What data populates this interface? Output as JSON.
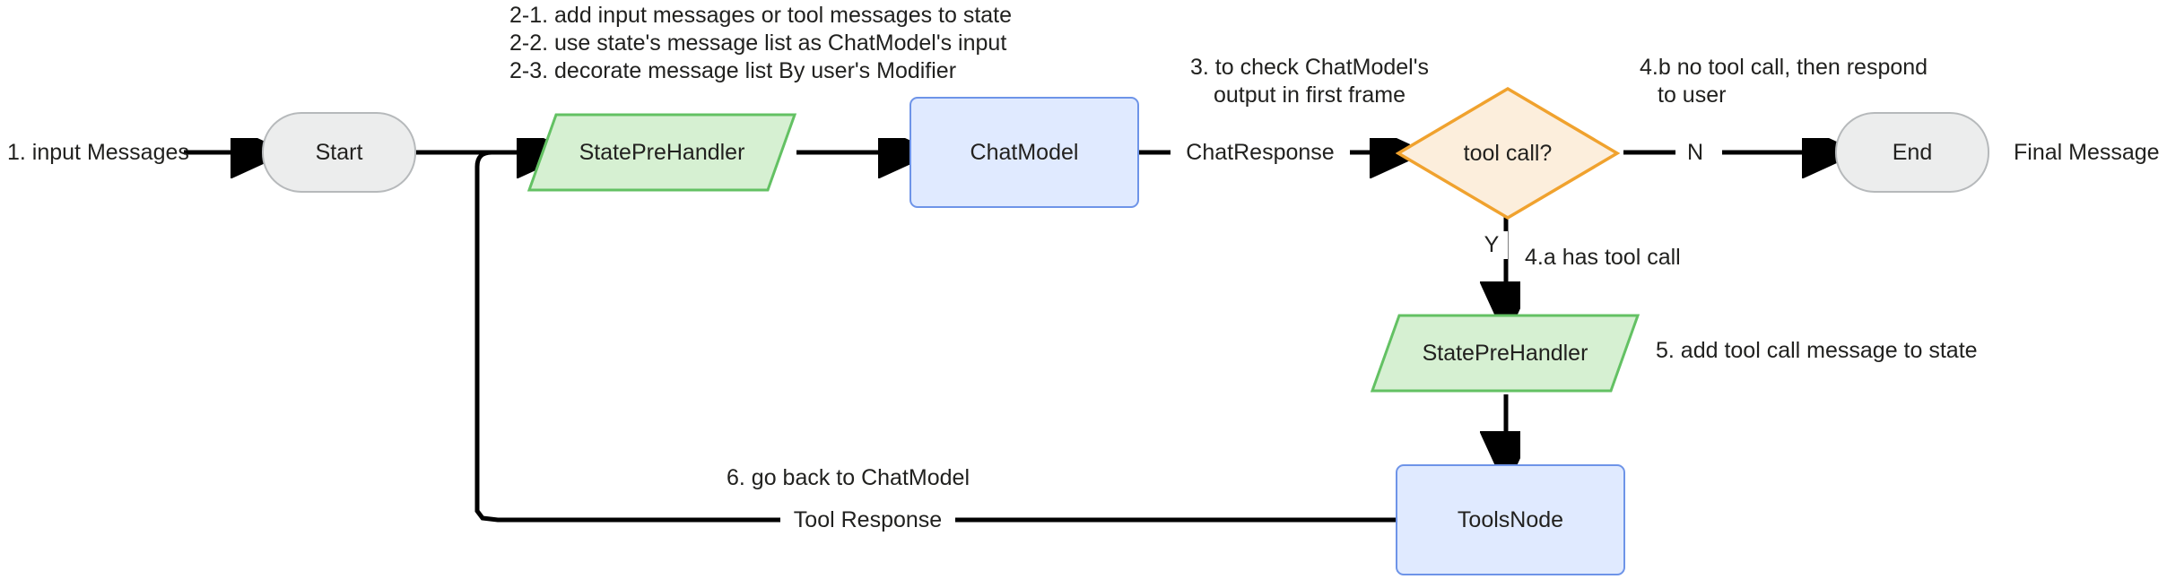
{
  "diagram": {
    "title_present": false,
    "colors": {
      "terminator_fill": "#eceded",
      "terminator_stroke": "#b6b9bb",
      "process_fill": "#e0eaff",
      "process_stroke": "#6e94e8",
      "data_fill": "#d6f0d2",
      "data_stroke": "#63c163",
      "decision_fill": "#fceedc",
      "decision_stroke": "#f0a22e",
      "edge": "#000000",
      "text": "#21211f"
    },
    "nodes": {
      "start": "Start",
      "state_pre_handler_top": "StatePreHandler",
      "chat_model": "ChatModel",
      "tool_call_decision": "tool call?",
      "end": "End",
      "state_pre_handler_bottom": "StatePreHandler",
      "tools_node": "ToolsNode"
    },
    "edge_labels": {
      "input_messages": "1. input Messages",
      "chat_response": "ChatResponse",
      "branch_no": "N",
      "branch_yes": "Y",
      "final_message": "Final Message",
      "tool_response": "Tool Response"
    },
    "annotations": {
      "step2": [
        "2-1. add input messages or tool messages to state",
        "2-2. use state's message list as ChatModel's input",
        "2-3. decorate message list By user's Modifier"
      ],
      "step3": [
        "3. to check ChatModel's",
        "output in first frame"
      ],
      "step4b": [
        "4.b no tool call, then respond",
        "to user"
      ],
      "step4a": "4.a has tool call",
      "step5": "5. add tool call message to state",
      "step6": "6. go back to ChatModel"
    }
  }
}
